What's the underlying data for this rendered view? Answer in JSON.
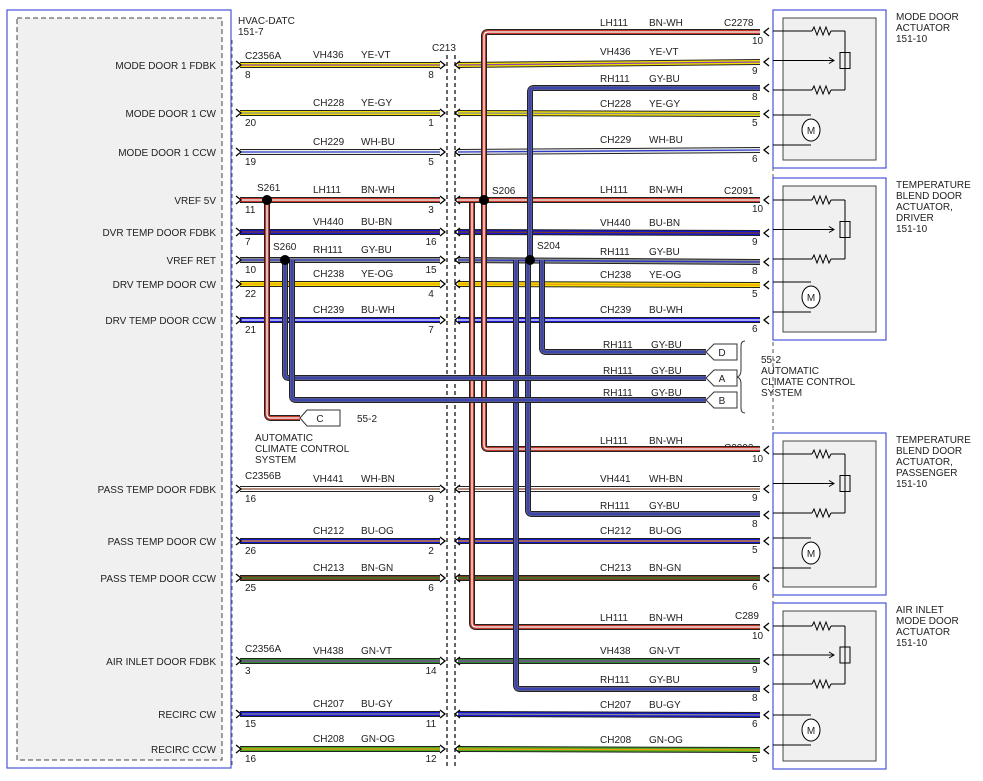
{
  "module": {
    "name": "HVAC-DATC",
    "ref": "151-7"
  },
  "connectors": {
    "left_top": "C2356A",
    "left_pass": "C2356B",
    "left_air": "C2356A",
    "inline": "C213",
    "act1": "C2278",
    "act2": "C2091",
    "act3": "C2092",
    "act4": "C289"
  },
  "splices": {
    "s261": "S261",
    "s260": "S260",
    "s206": "S206",
    "s204": "S204"
  },
  "circuits": [
    {
      "label": "MODE DOOR 1 FDBK",
      "pin_left": "8",
      "pin_inline": "8",
      "code": "VH436",
      "color_code": "YE-VT",
      "code_r": "VH436",
      "color_r": "YE-VT",
      "pin_act": "9",
      "colors": [
        "#f2e200",
        "#8a3fb0"
      ]
    },
    {
      "label": "MODE DOOR 1 CW",
      "pin_left": "20",
      "pin_inline": "1",
      "code": "CH228",
      "color_code": "YE-GY",
      "code_r": "CH228",
      "color_r": "YE-GY",
      "pin_act": "5",
      "colors": [
        "#f2e200",
        "#8c8c8c"
      ]
    },
    {
      "label": "MODE DOOR 1 CCW",
      "pin_left": "19",
      "pin_inline": "5",
      "code": "CH229",
      "color_code": "WH-BU",
      "code_r": "CH229",
      "color_r": "WH-BU",
      "pin_act": "6",
      "colors": [
        "#ececec",
        "#2b38c8"
      ]
    },
    {
      "label": "VREF 5V",
      "pin_left": "11",
      "pin_inline": "3",
      "code": "LH111",
      "color_code": "BN-WH",
      "code_r": "LH111",
      "color_r": "BN-WH",
      "pin_act": "10",
      "colors": [
        "#c0392b",
        "#ffffff"
      ]
    },
    {
      "label": "DVR TEMP DOOR FDBK",
      "pin_left": "7",
      "pin_inline": "16",
      "code": "VH440",
      "color_code": "BU-BN",
      "code_r": "VH440",
      "color_r": "BU-BN",
      "pin_act": "9",
      "colors": [
        "#1515d8",
        "#7a3b22"
      ]
    },
    {
      "label": "VREF RET",
      "pin_left": "10",
      "pin_inline": "15",
      "code": "RH111",
      "color_code": "GY-BU",
      "code_r": "RH111",
      "color_r": "GY-BU",
      "pin_act": "8",
      "colors": [
        "#8c8c8c",
        "#2b38c8"
      ]
    },
    {
      "label": "DRV TEMP DOOR CW",
      "pin_left": "22",
      "pin_inline": "4",
      "code": "CH238",
      "color_code": "YE-OG",
      "code_r": "CH238",
      "color_r": "YE-OG",
      "pin_act": "5",
      "colors": [
        "#f2e200",
        "#f39c12"
      ]
    },
    {
      "label": "DRV TEMP DOOR CCW",
      "pin_left": "21",
      "pin_inline": "7",
      "code": "CH239",
      "color_code": "BU-WH",
      "code_r": "CH239",
      "color_r": "BU-WH",
      "pin_act": "6",
      "colors": [
        "#1515d8",
        "#ffffff"
      ]
    },
    {
      "label": "PASS TEMP DOOR FDBK",
      "pin_left": "16",
      "pin_inline": "9",
      "code": "VH441",
      "color_code": "WH-BN",
      "code_r": "VH441",
      "color_r": "WH-BN",
      "pin_act": "9",
      "colors": [
        "#ffffff",
        "#8a4a32"
      ]
    },
    {
      "label": "PASS TEMP DOOR CW",
      "pin_left": "26",
      "pin_inline": "2",
      "code": "CH212",
      "color_code": "BU-OG",
      "code_r": "CH212",
      "color_r": "BU-OG",
      "pin_act": "5",
      "colors": [
        "#1515d8",
        "#f39c12"
      ]
    },
    {
      "label": "PASS TEMP DOOR CCW",
      "pin_left": "25",
      "pin_inline": "6",
      "code": "CH213",
      "color_code": "BN-GN",
      "code_r": "CH213",
      "color_r": "BN-GN",
      "pin_act": "6",
      "colors": [
        "#7a3b22",
        "#2e8b2e"
      ]
    },
    {
      "label": "AIR INLET DOOR FDBK",
      "pin_left": "3",
      "pin_inline": "14",
      "code": "VH438",
      "color_code": "GN-VT",
      "code_r": "VH438",
      "color_r": "GN-VT",
      "pin_act": "9",
      "colors": [
        "#2e8b2e",
        "#8a3fb0"
      ]
    },
    {
      "label": "RECIRC CW",
      "pin_left": "15",
      "pin_inline": "11",
      "code": "CH207",
      "color_code": "BU-GY",
      "code_r": "CH207",
      "color_r": "BU-GY",
      "pin_act": "6",
      "colors": [
        "#1515d8",
        "#8c8c8c"
      ]
    },
    {
      "label": "RECIRC CCW",
      "pin_left": "16",
      "pin_inline": "12",
      "code": "CH208",
      "color_code": "GN-OG",
      "code_r": "CH208",
      "color_r": "GN-OG",
      "pin_act": "5",
      "colors": [
        "#4cae1e",
        "#f39c12"
      ]
    }
  ],
  "extra_wires": [
    {
      "code": "LH111",
      "color_code": "BN-WH",
      "pin": "10"
    },
    {
      "code": "RH111",
      "color_code": "GY-BU",
      "pin": "8"
    },
    {
      "code": "LH111",
      "color_code": "BN-WH",
      "pin": "10"
    },
    {
      "code": "RH111",
      "color_code": "GY-BU",
      "pin": "8"
    },
    {
      "code": "LH111",
      "color_code": "BN-WH",
      "pin": "10"
    },
    {
      "code": "RH111",
      "color_code": "GY-BU",
      "pin": "8"
    }
  ],
  "actuators": [
    {
      "name": [
        "MODE DOOR",
        "ACTUATOR",
        "151-10"
      ]
    },
    {
      "name": [
        "TEMPERATURE",
        "BLEND DOOR",
        "ACTUATOR,",
        "DRIVER",
        "151-10"
      ]
    },
    {
      "name": [
        "TEMPERATURE",
        "BLEND DOOR",
        "ACTUATOR,",
        "PASSENGER",
        "151-10"
      ]
    },
    {
      "name": [
        "AIR INLET",
        "MODE DOOR",
        "ACTUATOR",
        "151-10"
      ]
    }
  ],
  "motor_symbol": "M",
  "ref_labels": [
    {
      "letter": "D",
      "code": "RH111",
      "color_code": "GY-BU"
    },
    {
      "letter": "A",
      "code": "RH111",
      "color_code": "GY-BU"
    },
    {
      "letter": "B",
      "code": "RH111",
      "color_code": "GY-BU"
    },
    {
      "letter": "C"
    }
  ],
  "ref_group_right": [
    "55-2",
    "AUTOMATIC",
    "CLIMATE CONTROL",
    "SYSTEM"
  ],
  "ref_c_page": "55-2",
  "ref_c_text": [
    "AUTOMATIC",
    "CLIMATE CONTROL",
    "SYSTEM"
  ]
}
